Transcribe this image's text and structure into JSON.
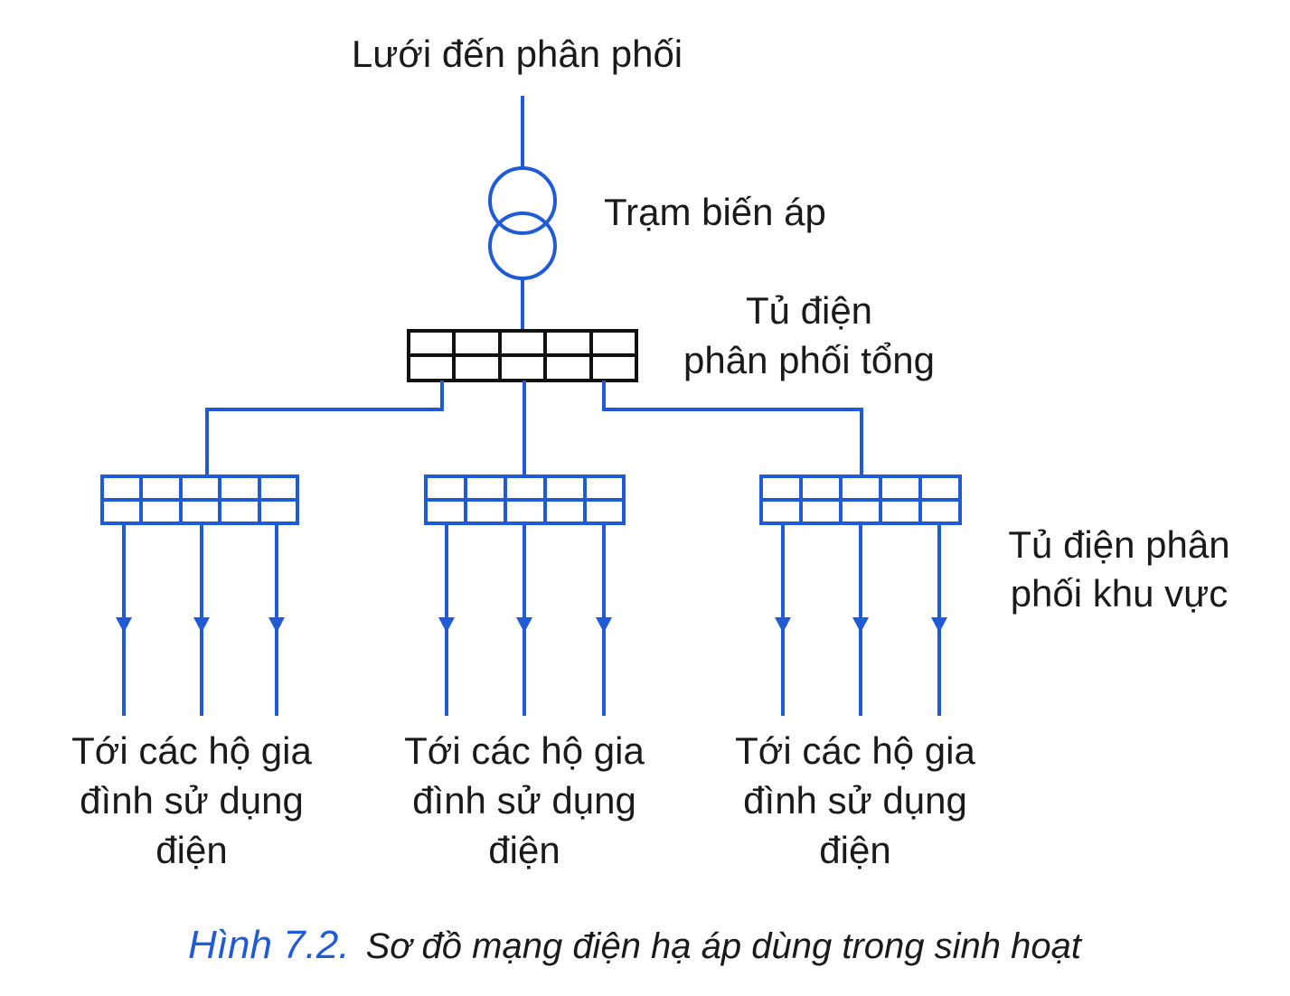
{
  "labels": {
    "grid": "Lưới đến phân phối",
    "transformer": "Trạm biến áp",
    "main_panel_line1": "Tủ điện",
    "main_panel_line2": "phân phối tổng",
    "area_panel_line1": "Tủ điện phân",
    "area_panel_line2": "phối khu vực"
  },
  "households": [
    {
      "line1": "Tới các hộ gia",
      "line2": "đình sử dụng",
      "line3": "điện"
    },
    {
      "line1": "Tới các hộ gia",
      "line2": "đình sử dụng",
      "line3": "điện"
    },
    {
      "line1": "Tới các hộ gia",
      "line2": "đình sử dụng",
      "line3": "điện"
    }
  ],
  "caption": {
    "number": "Hình 7.2.",
    "text": "Sơ đồ mạng điện hạ áp dùng trong sinh hoạt"
  },
  "colors": {
    "line": "#1f5bd6",
    "main_panel": "#111111",
    "text": "#1a1a1a",
    "caption_number": "#1f5bd6"
  }
}
